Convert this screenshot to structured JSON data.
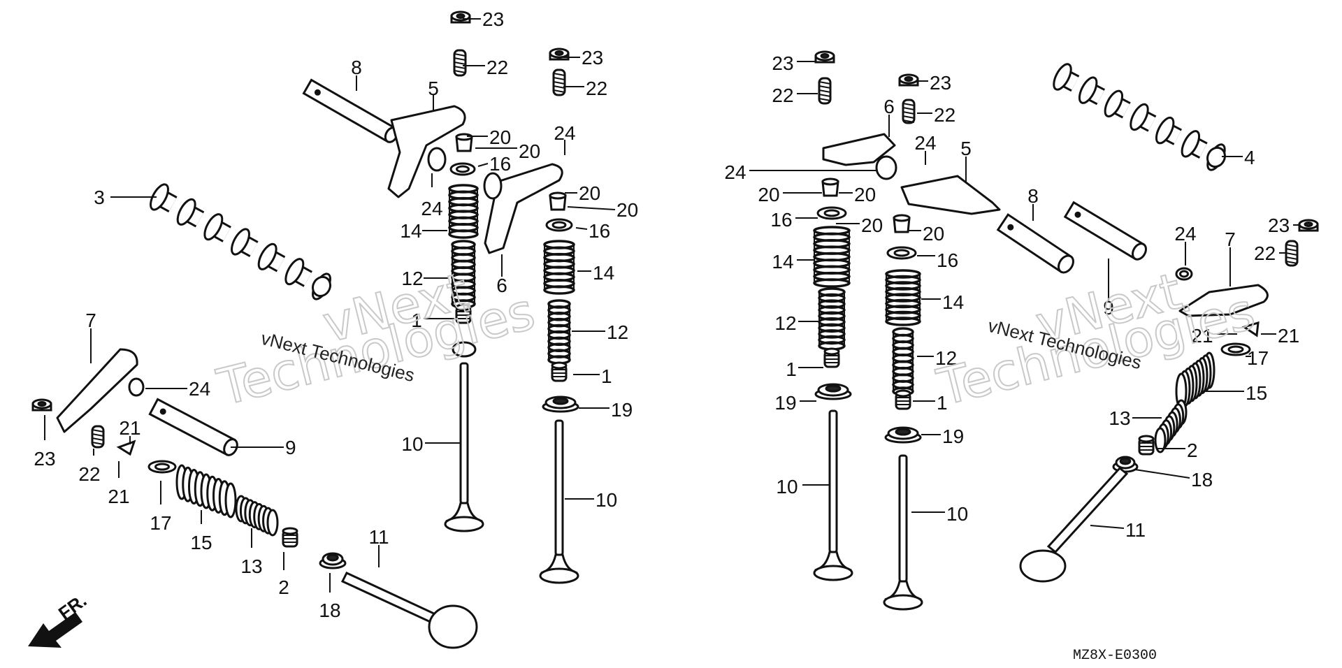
{
  "diagram": {
    "watermarks": [
      {
        "line1": "vNext",
        "line2": "Technologies",
        "label": "vNext Technologies"
      },
      {
        "line1": "vNext",
        "line2": "Technologies",
        "label": "vNext Technologies"
      }
    ],
    "front_marker": "FR.",
    "drawing_code": "MZ8X-E0300",
    "callouts": [
      "1",
      "2",
      "3",
      "4",
      "5",
      "6",
      "7",
      "8",
      "9",
      "10",
      "11",
      "12",
      "13",
      "14",
      "15",
      "16",
      "17",
      "18",
      "19",
      "20",
      "21",
      "22",
      "23",
      "24"
    ],
    "colors": {
      "ink": "#111111",
      "watermark": "#c7c7c7",
      "background": "#ffffff"
    }
  }
}
